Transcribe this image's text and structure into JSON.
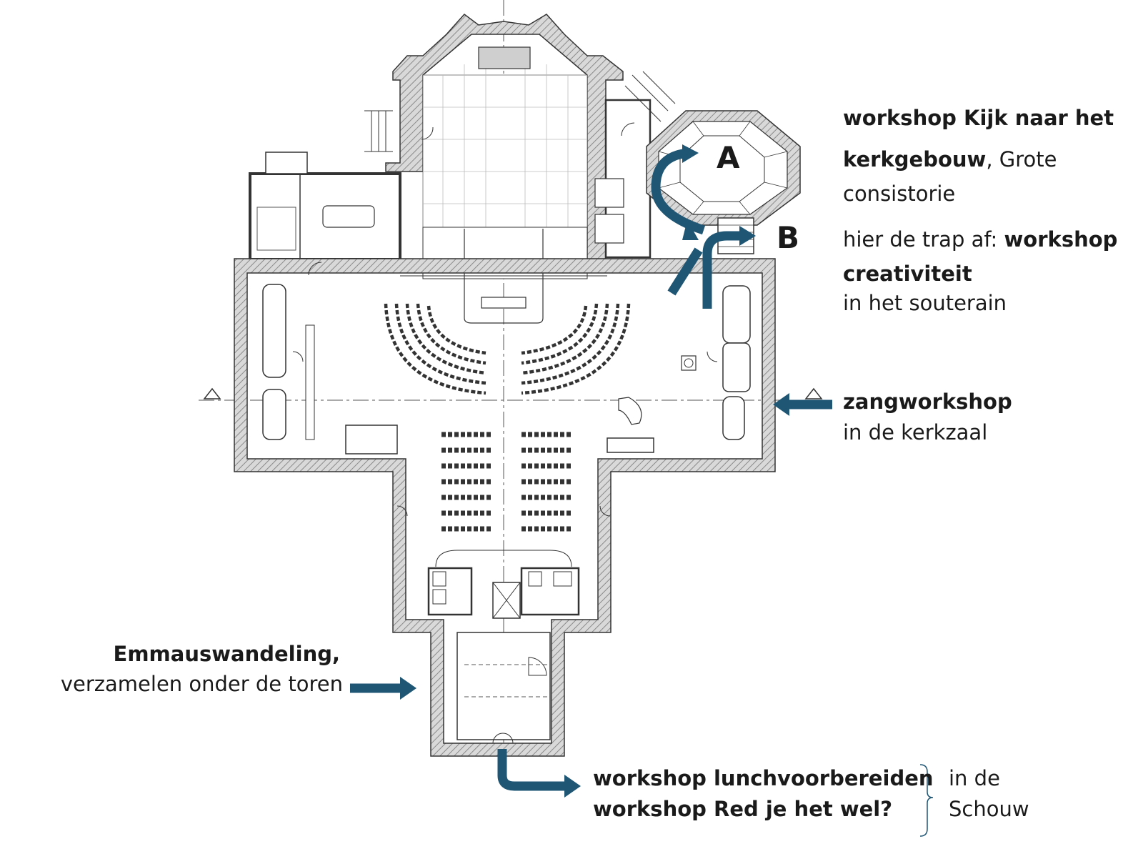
{
  "labels": {
    "a": {
      "letter": "A",
      "line1_bold": "workshop Kijk naar het",
      "line2_bold": "kerkgebouw",
      "line2_rest": ", Grote",
      "line3": "consistorie"
    },
    "b": {
      "letter": "B",
      "line1_normal": "hier de trap af: ",
      "line1_bold": "workshop",
      "line2_bold": "creativiteit",
      "line3": "in het souterain"
    },
    "zang": {
      "line1_bold": "zangworkshop",
      "line2": "in de kerkzaal"
    },
    "emmaus": {
      "line1_bold": "Emmauswandeling,",
      "line2": "verzamelen onder de toren"
    },
    "lunch": {
      "line1_bold": "workshop lunchvoorbereiden",
      "line2_bold": "workshop Red je het wel?",
      "side1": "in de",
      "side2": "Schouw"
    }
  },
  "colors": {
    "arrow": "#1f5674",
    "wall": "#b8b8b8",
    "line": "#333333",
    "bracket": "#1f5674"
  }
}
